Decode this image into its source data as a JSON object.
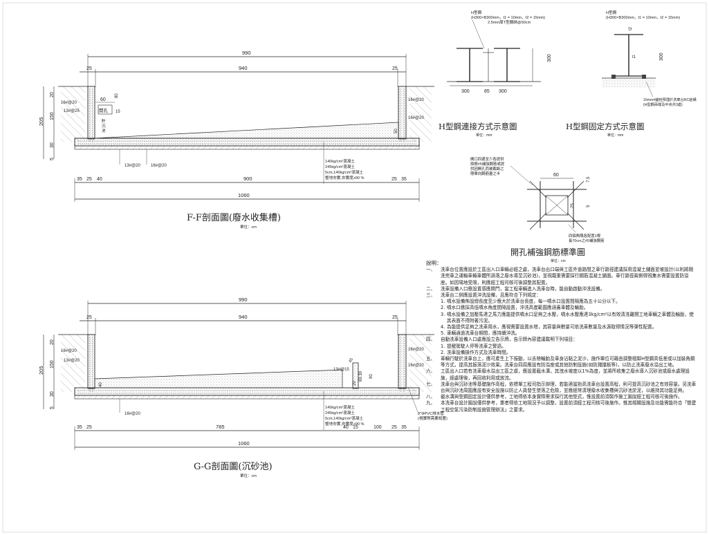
{
  "ff": {
    "title": "F-F剖面圖(廢水收集槽)",
    "unit": "單位：cm",
    "dim_990": "990",
    "dim_940": "940",
    "dim_25l": "25",
    "dim_25r": "25",
    "dim_205": "205",
    "dim_20": "20",
    "dim_150": "150",
    "dim_30": "30",
    "dim_5": "5",
    "dim_60": "60",
    "dim_80": "80",
    "dim_15": "15",
    "dim_50": "50",
    "rebar_16": "16#@20",
    "rebar_13": "13#@25",
    "rebar_16r": "16#@20",
    "rebar_13b": "13#@20",
    "rebar_16b": "16#@20",
    "opening": "開孔",
    "label_tank": "貯\n沉\n池",
    "concrete_1": "140kg/cm²混凝土",
    "concrete_2": "245kg/cm²混凝土",
    "concrete_3": "5cm,140kg/cm²混凝土",
    "concrete_4": "整地夯實,夯實度≥90 %",
    "b_35a": "35",
    "b_25a": "25",
    "b_40": "40",
    "b_900": "900",
    "b_25b": "25",
    "b_35b": "35",
    "dim_1060": "1060"
  },
  "gg": {
    "title": "G-G剖面圖(沉砂池)",
    "unit": "單位：cm",
    "dim_990": "990",
    "dim_940": "940",
    "dim_25l": "25",
    "dim_25r": "25",
    "dim_205": "205",
    "dim_20": "20",
    "dim_150": "150",
    "dim_30": "30",
    "dim_5": "5",
    "rebar_16": "16#@20",
    "rebar_13": "13#@20",
    "rebar_16r": "16#@20",
    "rebar_13m": "13#@15",
    "rebar_16b": "16#@20",
    "d_40": "40",
    "d_45": "45",
    "d_69": "69.30",
    "d_90": "90",
    "d_20": "20",
    "concrete_1": "140kg/cm²混凝土",
    "concrete_2": "245kg/cm²混凝土",
    "concrete_3": "5cm,140kg/cm²混凝土",
    "concrete_4": "整地夯實,夯實度≥90 %",
    "pipe_1": "8\"ΦPVC排水管",
    "pipe_2": "(視實際需要設置)",
    "b_35a": "35",
    "b_25a": "25",
    "b_785": "785",
    "b_40": "40",
    "b_15": "15",
    "b_100": "100",
    "b_25b": "25",
    "b_35b": "35",
    "dim_1060": "1060"
  },
  "hconn": {
    "title": "H型鋼連接方式示意圖",
    "unit": "單位：mm",
    "label1": "H型鋼",
    "label2": "(H300×B300mm，t1 = 10mm，t2 = 15mm)",
    "label3": "2.5mm厚T型鋼綁@50cm",
    "d_300v": "300",
    "d_300a": "300",
    "d_85": "85",
    "d_300b": "300"
  },
  "hfix": {
    "title": "H型鋼固定方式示意圖",
    "unit": "單位：mm",
    "label1": "H型鋼",
    "label2": "(H300×B300mm，t1 = 10mm，t2 = 15mm)",
    "t2": "t2",
    "d_300": "300",
    "t1": "t1",
    "anchor1": "16mm#錨栓預埋於洗車台RC結構",
    "anchor2": "(H型鋼兩端及中央共3處)"
  },
  "opening": {
    "title": "開孔補強鋼筋標準圖",
    "unit": "單位：cm",
    "note1": "開口四邊至少各提供",
    "note2": "兩根#5補強鋼筋或提",
    "note3": "供因開孔而被截斷之",
    "note4": "隱單向鋼筋量之半",
    "note5": "四個角隅各配置1根",
    "note6": "長70cm之#5補強鋼筋",
    "d_60": "60",
    "d_7_5": "7.5",
    "d_5": "5",
    "d_25": "25"
  },
  "notes": {
    "heading": "說明：",
    "items": [
      {
        "num": "一、",
        "text": "洗車台位置應設於工區出入口車輛必經之處，洗車台出口端與工區外道路間之車行路徑建議採用混凝土舖面並坡設計(以利將剛洗完車之運輸車輛車體所滴落之廢水導至沉砂池)，並視載重需要採行鋼筋混凝土鋪面。車行路徑兩側得視集水需要設置防溢座。如因場地受限，則應經工程司核可後調整其配置。",
        "subs": []
      },
      {
        "num": "二、",
        "text": "洗車設備入口應設置感應開門，當工程車輛進入洗車台時，能自動啟動沖洗設備。",
        "subs": []
      },
      {
        "num": "三、",
        "text": "洗車台二側應設置沖洗設備，且應符合下列規定：",
        "subs": [
          {
            "num": "1.",
            "text": "噴水設備佈設總長度至少應大於洗車台長度，每一噴水口設置間隔應為五十公分以下。"
          },
          {
            "num": "2.",
            "text": "噴水口應採高低噴水角度間隔設置，沖洗高度範圍應涵蓋車體及輪胎。"
          },
          {
            "num": "3.",
            "text": "噴水設備之加壓馬達之馬力應能提供噴水口足夠之水壓，噴水水壓應達3kg/cm²以有效清洗離開工地車輛之車體及輪胎，使其表面不得附著污泥。"
          },
          {
            "num": "4.",
            "text": "為能提供足夠之洗車用水，應視需要設置水塔，其容量與數量可依洗車數量及水源取得情況等彈性配置。"
          },
          {
            "num": "5.",
            "text": "車輛通過洗車台期間，應持續沖洗。"
          }
        ]
      },
      {
        "num": "四、",
        "text": "自動洗車設備入口處應設立告示牌，告示牌內容建議載明下列項目：",
        "subs": [
          {
            "num": "1.",
            "text": "提醒駕駛人停等洗車之警語。"
          },
          {
            "num": "2.",
            "text": "洗車設備操作方式及洗車時間。"
          }
        ]
      },
      {
        "num": "五、",
        "text": "車輛行駛於洗車台上，應可產生上下振動，以去除輪胎及車身沾黏之泥沙，施作單位可藉由調整相鄰H型鋼高低差或以加裝角鋼等方式，提高其振落泥沙效果。洗車台四周應設有防溢座或其他防制設施(如防濺擋板等)，以防止洗車廢水溢出工地。",
        "subs": []
      },
      {
        "num": "六、",
        "text": "工區出入口若有洗車廢水溢出工區之虞，應設置截水溝，其洩水坡度以1%為度，並將所收集之廢水導入沉砂池或廢水處理設施，經處理後，再回收利用或放流。",
        "subs": []
      },
      {
        "num": "七、",
        "text": "洗車台與沉砂池等基礎施作高程，依標單工程司指示辦理，若能適當抬高洗車台設置高程，則可提高沉砂池之有效容量。另洗車台與沉砂池周圍應設有安全設施以防止人員發生墜落之危險，並應經常清理廢水收集槽與沉砂池淤泥，以維持其功能足夠。",
        "subs": []
      },
      {
        "num": "八、",
        "text": "截水溝與型鋼固定設計僅供參考，工地得依本身實際需求採行其他型式，惟設置前須製作施工圖說經工程司核可後施作。",
        "subs": []
      },
      {
        "num": "九、",
        "text": "本洗車台設計圖說僅供參考，業者得依工地現況予以調整，設置前須經工程司核可後施作。惟其相關設施及功能需能符合「營建工程空氣污染防制設施管理辦法」之要求。",
        "subs": []
      }
    ]
  }
}
